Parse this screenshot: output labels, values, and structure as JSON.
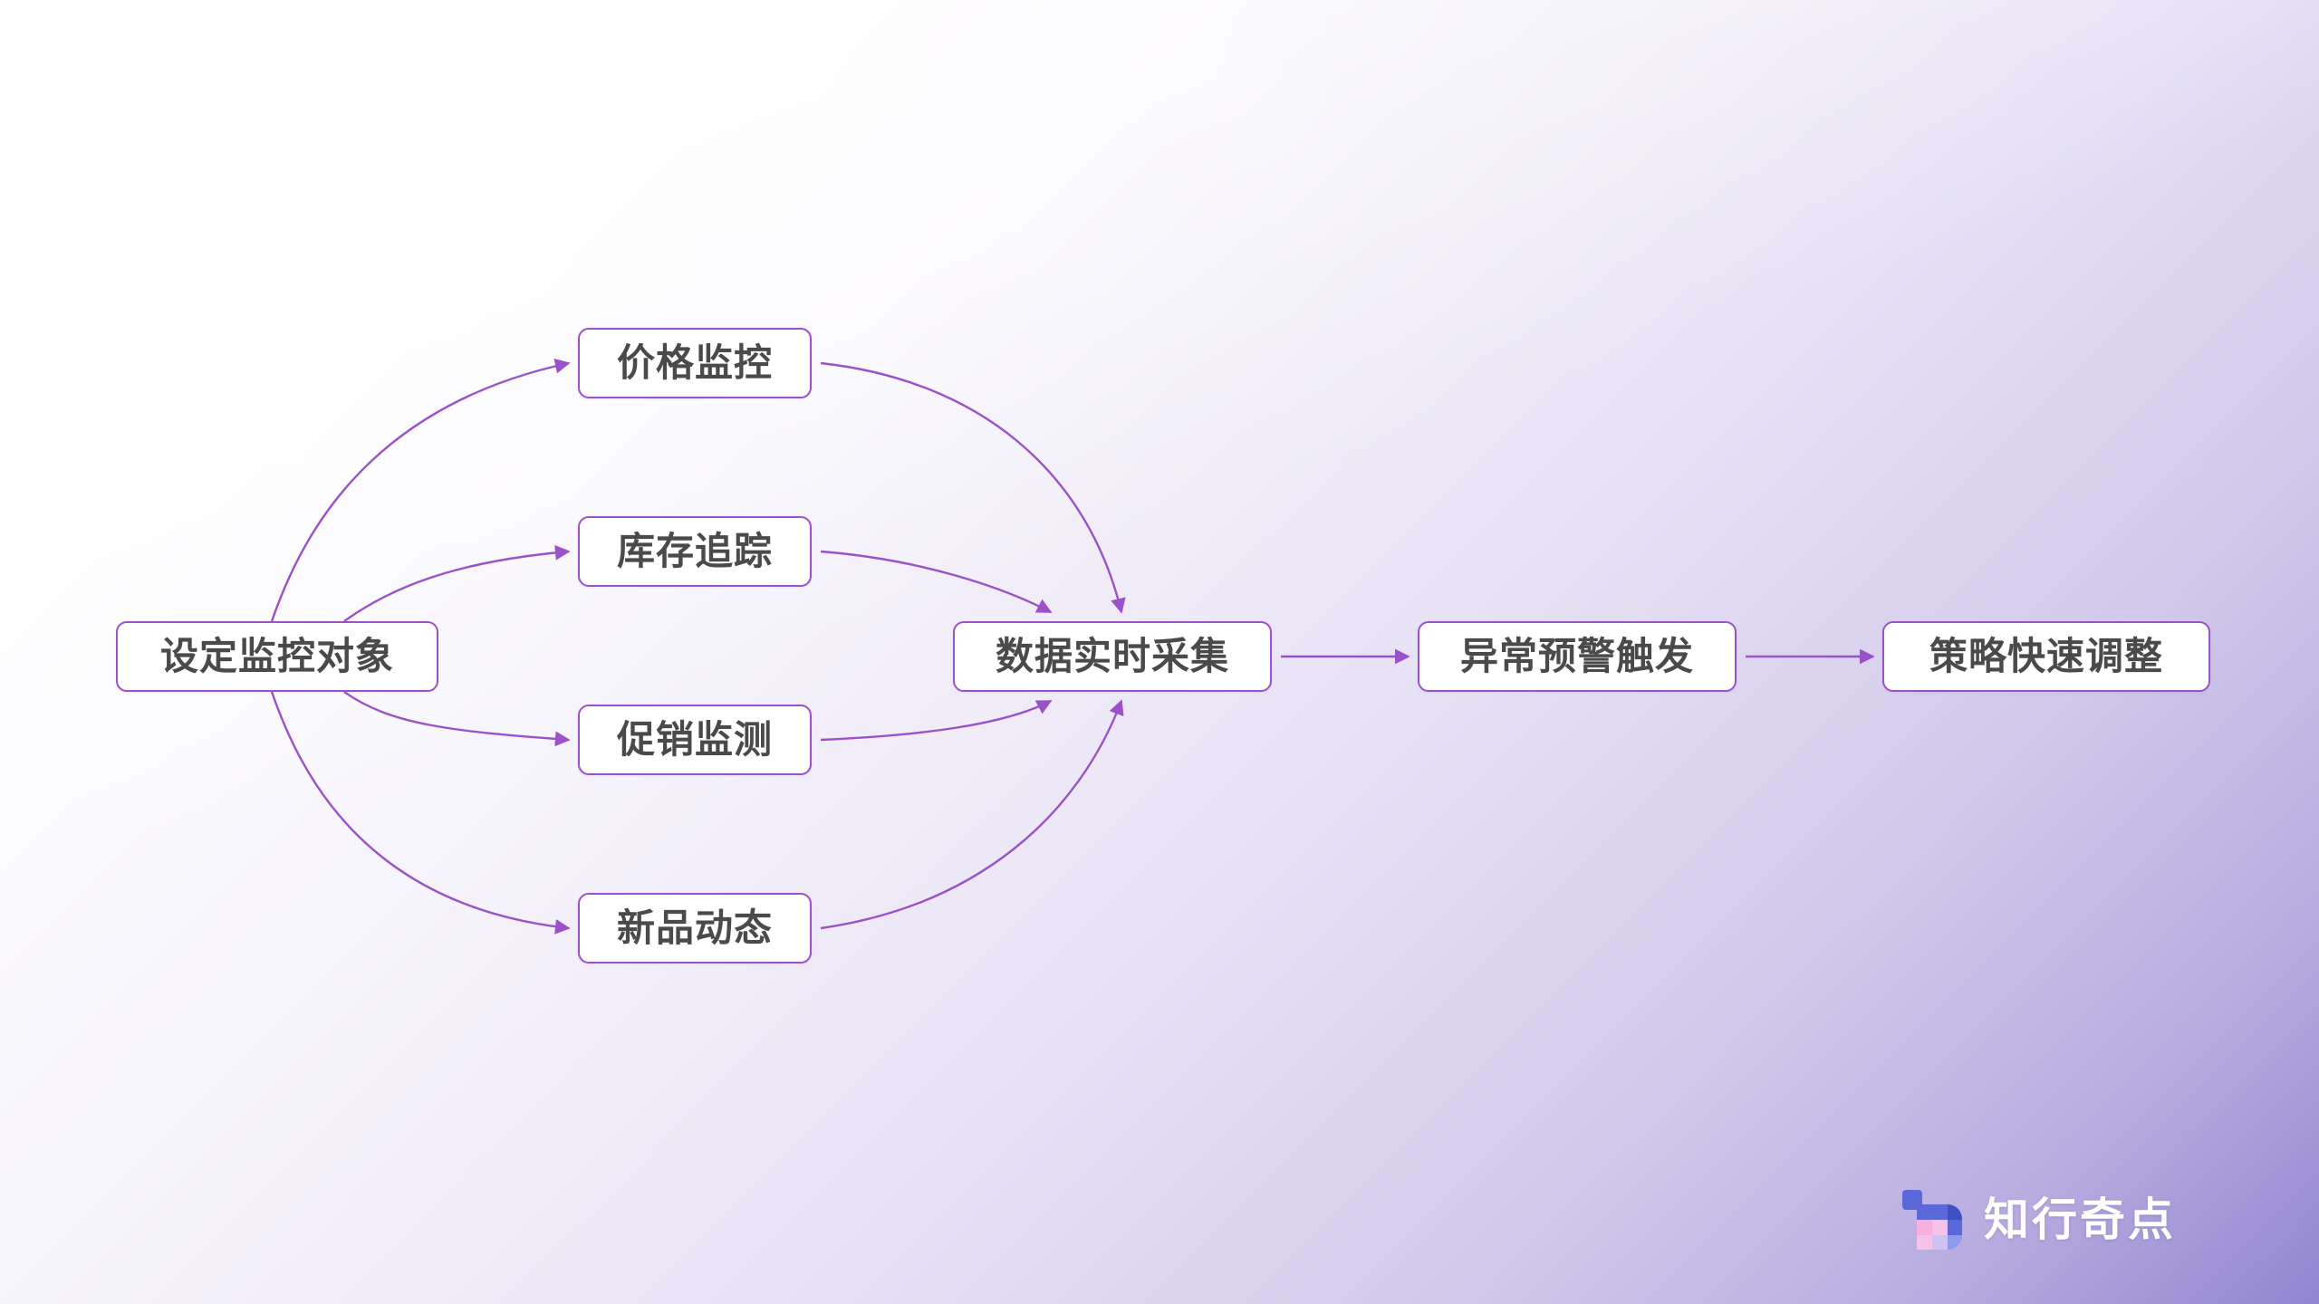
{
  "diagram": {
    "type": "flowchart",
    "direction": "left-to-right",
    "accent_color": "#9b51c9",
    "node_text_color": "#4a4a4a",
    "node_fill": "#ffffff",
    "background": {
      "start": "#ffffff",
      "end": "#9285d0",
      "direction": "diagonal top-left to bottom-right"
    },
    "nodes": [
      {
        "id": "source",
        "label": "设定监控对象"
      },
      {
        "id": "b1",
        "label": "价格监控"
      },
      {
        "id": "b2",
        "label": "库存追踪"
      },
      {
        "id": "b3",
        "label": "促销监测"
      },
      {
        "id": "b4",
        "label": "新品动态"
      },
      {
        "id": "collect",
        "label": "数据实时采集"
      },
      {
        "id": "alert",
        "label": "异常预警触发"
      },
      {
        "id": "adjust",
        "label": "策略快速调整"
      }
    ],
    "edges": [
      {
        "from": "source",
        "to": "b1",
        "style": "curved",
        "arrow": true
      },
      {
        "from": "source",
        "to": "b2",
        "style": "curved",
        "arrow": true
      },
      {
        "from": "source",
        "to": "b3",
        "style": "curved",
        "arrow": true
      },
      {
        "from": "source",
        "to": "b4",
        "style": "curved",
        "arrow": true
      },
      {
        "from": "b1",
        "to": "collect",
        "style": "curved",
        "arrow": true
      },
      {
        "from": "b2",
        "to": "collect",
        "style": "curved",
        "arrow": true
      },
      {
        "from": "b3",
        "to": "collect",
        "style": "curved",
        "arrow": true
      },
      {
        "from": "b4",
        "to": "collect",
        "style": "curved",
        "arrow": true
      },
      {
        "from": "collect",
        "to": "alert",
        "style": "straight",
        "arrow": true
      },
      {
        "from": "alert",
        "to": "adjust",
        "style": "straight",
        "arrow": true
      }
    ]
  },
  "watermark": {
    "text": "知行奇点",
    "mark_icon": "checkered-square-logo",
    "colors": {
      "blue_dark": "#3f51c0",
      "blue": "#5b68d8",
      "blue_light": "#8e9aea",
      "pink": "#f9aee0",
      "pink_light": "#f7c2ea",
      "lavender": "#d9c4f5",
      "lavender_light": "#cfc2f2"
    }
  }
}
